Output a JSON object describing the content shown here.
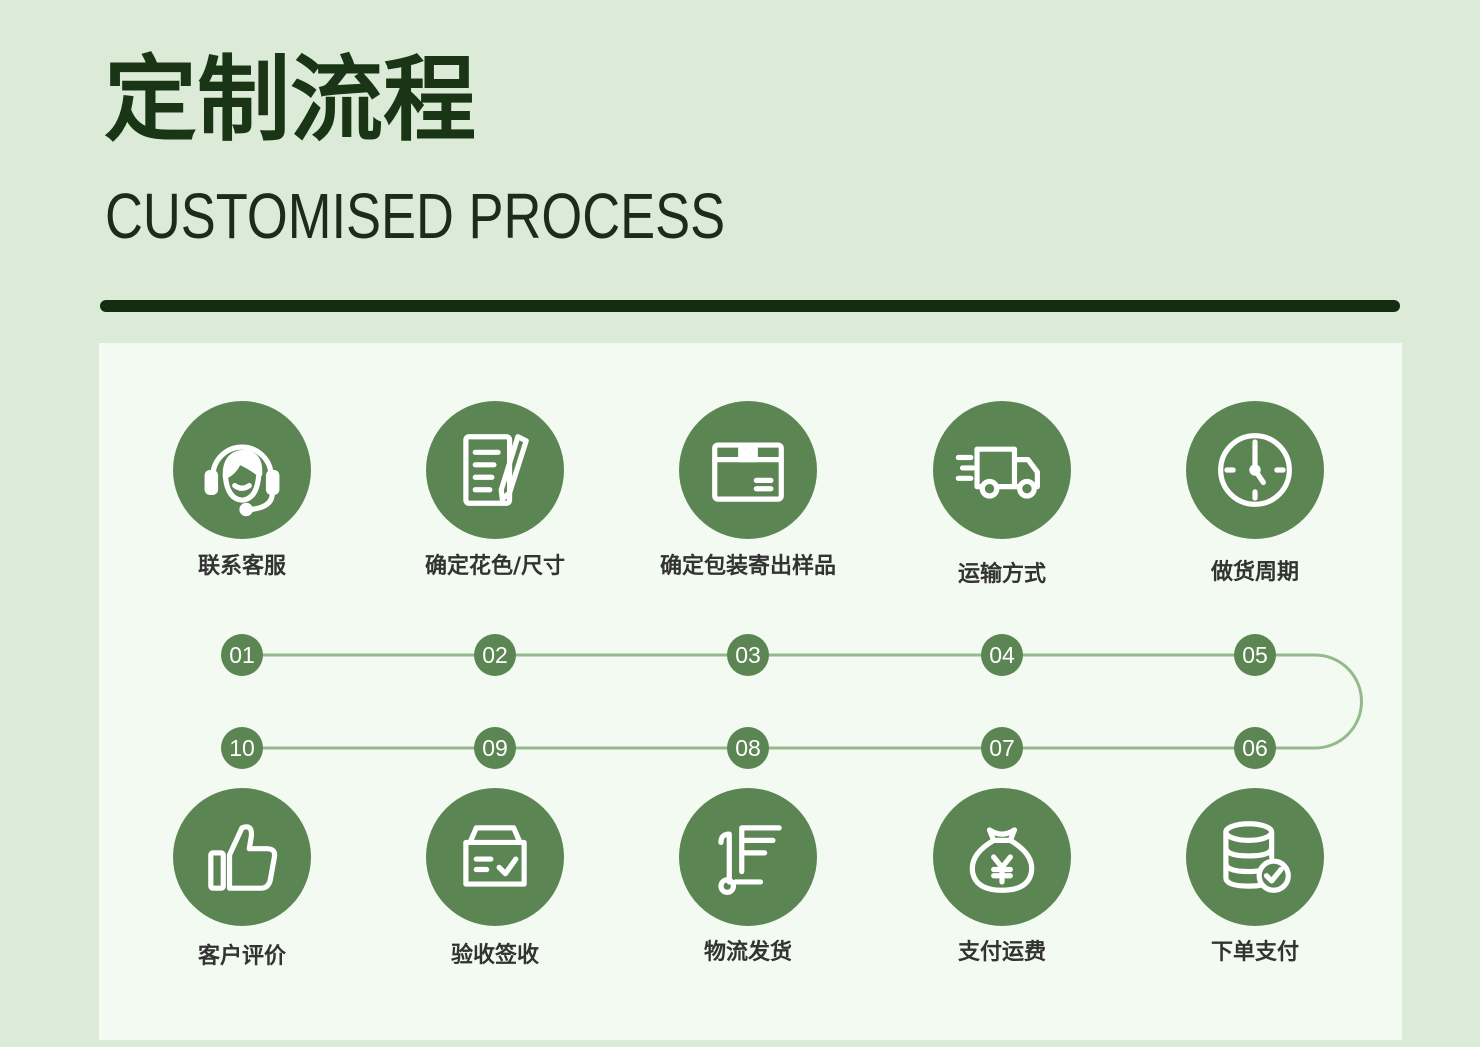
{
  "header": {
    "title": "定制流程",
    "subtitle": "CUSTOMISED PROCESS"
  },
  "colors": {
    "background": "#dcebd7",
    "accent": "#5b8552",
    "title": "#1a3515",
    "bar": "#142c10",
    "panel": "#f3faf1",
    "connector": "#93b98c",
    "label": "#333333"
  },
  "steps": [
    {
      "number": "01",
      "label": "联系客服",
      "icon": "headset-person-icon"
    },
    {
      "number": "02",
      "label": "确定花色/尺寸",
      "icon": "document-pen-icon"
    },
    {
      "number": "03",
      "label": "确定包装寄出样品",
      "icon": "box-icon"
    },
    {
      "number": "04",
      "label": "运输方式",
      "icon": "truck-icon"
    },
    {
      "number": "05",
      "label": "做货周期",
      "icon": "clock-icon"
    },
    {
      "number": "06",
      "label": "下单支付",
      "icon": "database-check-icon"
    },
    {
      "number": "07",
      "label": "支付运费",
      "icon": "money-bag-icon"
    },
    {
      "number": "08",
      "label": "物流发货",
      "icon": "hand-truck-icon"
    },
    {
      "number": "09",
      "label": "验收签收",
      "icon": "box-check-icon"
    },
    {
      "number": "10",
      "label": "客户评价",
      "icon": "thumbs-up-icon"
    }
  ]
}
